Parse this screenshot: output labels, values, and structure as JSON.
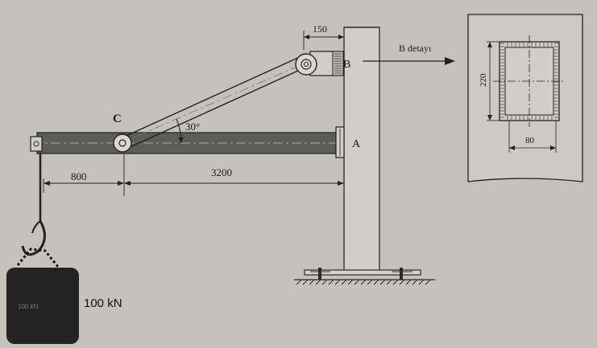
{
  "figure": {
    "dim_top": "150",
    "label_b": "B",
    "label_a": "A",
    "label_c": "C",
    "angle": "30°",
    "dim_left": "800",
    "dim_right": "3200",
    "detail_title": "B detayı",
    "detail_height": "220",
    "detail_width": "80",
    "load_on_block": "100 kN",
    "load_label": "100 kN"
  }
}
